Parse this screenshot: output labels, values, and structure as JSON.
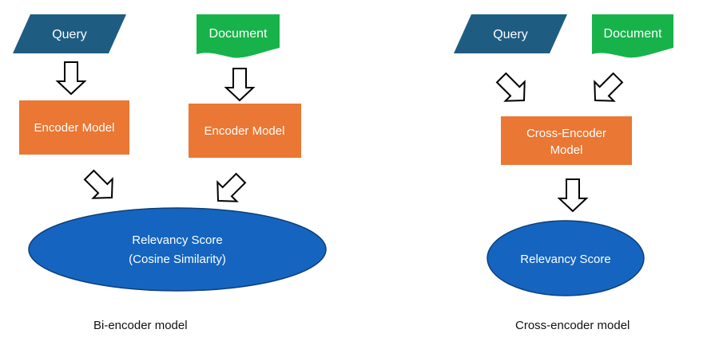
{
  "colors": {
    "query_fill": "#1f5c82",
    "document_fill": "#17b34a",
    "encoder_fill": "#ea7733",
    "score_fill": "#1565c0",
    "shape_text": "#ffffff",
    "arrow_stroke": "#000000"
  },
  "bi_encoder": {
    "query_label": "Query",
    "document_label": "Document",
    "encoder_left_label": "Encoder Model",
    "encoder_right_label": "Encoder Model",
    "score_line1": "Relevancy Score",
    "score_line2": "(Cosine Similarity)",
    "caption": "Bi-encoder model"
  },
  "cross_encoder": {
    "query_label": "Query",
    "document_label": "Document",
    "encoder_line1": "Cross-Encoder",
    "encoder_line2": "Model",
    "score_label": "Relevancy Score",
    "caption": "Cross-encoder model"
  }
}
